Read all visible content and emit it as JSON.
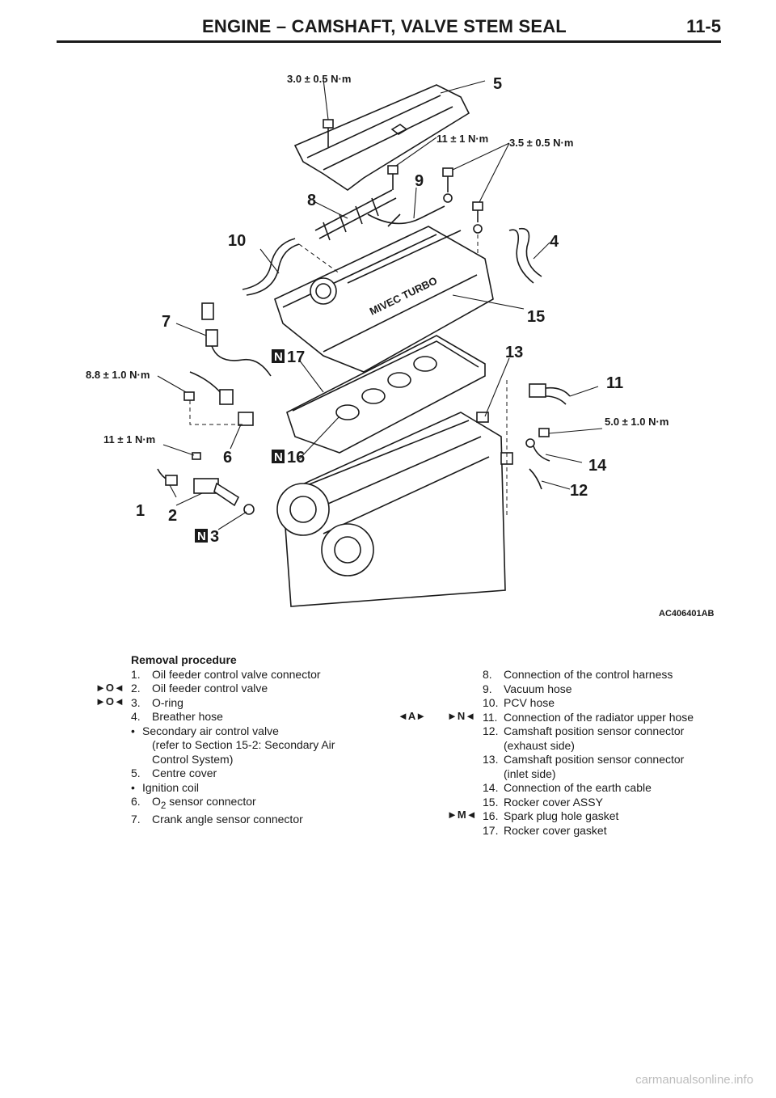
{
  "header": {
    "title": "ENGINE – CAMSHAFT, VALVE STEM SEAL",
    "page": "11-5"
  },
  "diagram": {
    "figure_id": "AC406401AB",
    "callouts": {
      "c1": "1",
      "c2": "2",
      "c3": "3",
      "c4": "4",
      "c5": "5",
      "c6": "6",
      "c7": "7",
      "c8": "8",
      "c9": "9",
      "c10": "10",
      "c11": "11",
      "c12": "12",
      "c13": "13",
      "c14": "14",
      "c15": "15",
      "c16": "16",
      "c17": "17"
    },
    "torques": {
      "t_centre_cover": "3.0 ± 0.5 N·m",
      "t_harness": "11 ± 1 N·m",
      "t_rocker": "3.5 ± 0.5 N·m",
      "t_o2": "8.8 ± 1.0 N·m",
      "t_valve": "11 ± 1 N·m",
      "t_earth": "5.0 ± 1.0 N·m"
    },
    "new_part_mark": "N",
    "badge_text": "MIVEC TURBO"
  },
  "procedure": {
    "title": "Removal procedure",
    "left_items": [
      {
        "num": "1.",
        "text": "Oil feeder control valve connector"
      },
      {
        "num": "2.",
        "text": "Oil feeder control valve"
      },
      {
        "num": "3.",
        "text": "O-ring"
      },
      {
        "num": "4.",
        "text": "Breather hose"
      },
      {
        "num": "•",
        "text": "Secondary air control valve"
      },
      {
        "num": "",
        "text": "(refer to Section 15-2: Secondary Air"
      },
      {
        "num": "",
        "text": "Control System)"
      },
      {
        "num": "5.",
        "text": "Centre cover"
      },
      {
        "num": "•",
        "text": "Ignition coil"
      },
      {
        "num": "6.",
        "text_pre": "O",
        "sub": "2",
        "text_post": " sensor connector"
      },
      {
        "num": "7.",
        "text": "Crank angle sensor connector"
      }
    ],
    "right_items": [
      {
        "num": "8.",
        "text": "Connection of the control harness"
      },
      {
        "num": "9.",
        "text": "Vacuum hose"
      },
      {
        "num": "10.",
        "text": "PCV hose"
      },
      {
        "num": "11.",
        "text": "Connection of the radiator upper hose"
      },
      {
        "num": "12.",
        "text": "Camshaft position sensor connector"
      },
      {
        "num": "",
        "text": "(exhaust side)"
      },
      {
        "num": "13.",
        "text": "Camshaft position sensor connector"
      },
      {
        "num": "",
        "text": "(inlet side)"
      },
      {
        "num": "14.",
        "text": "Connection of the earth cable"
      },
      {
        "num": "15.",
        "text": "Rocker cover ASSY"
      },
      {
        "num": "16.",
        "text": "Spark plug hole gasket"
      },
      {
        "num": "17.",
        "text": "Rocker cover gasket"
      }
    ],
    "marks": {
      "m_item2": "►O◄",
      "m_item3": "►O◄",
      "m_item11_install": "◄A►",
      "m_item11_remove": "►N◄",
      "m_item15": "►M◄"
    }
  },
  "watermark": "carmanualsonline.info"
}
